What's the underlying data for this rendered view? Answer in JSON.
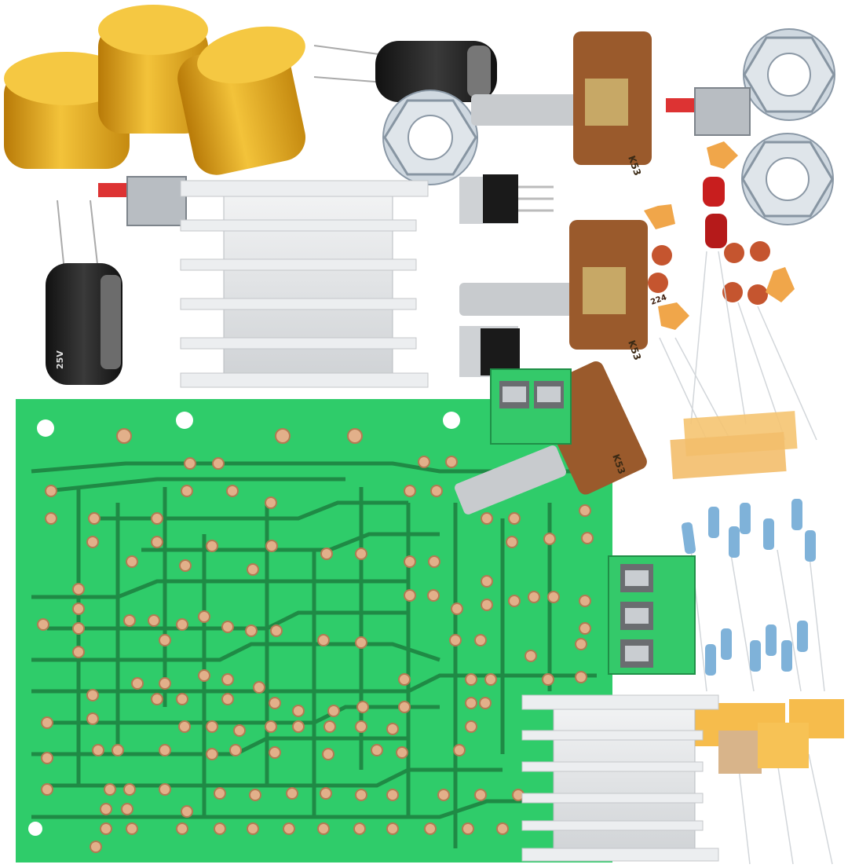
{
  "scene": {
    "background": "#ffffff",
    "pcb_color": "#2fcc6a",
    "trace_color": "#1f8a45",
    "pad_color": "#e2b08a",
    "knob_color": "#e0a21a",
    "terminal_color": "#34c96a",
    "heatsink_color": "#e6e8ea",
    "resistor_color": "#7fb2d9",
    "ceramic_cap_color": "#e08a3a",
    "film_cap_color": "#f5c471",
    "led_color": "#c81e1e"
  },
  "markings": {
    "potentiometer_code": "K53",
    "capacitor_code": "224",
    "capacitor_voltage": "25V"
  }
}
